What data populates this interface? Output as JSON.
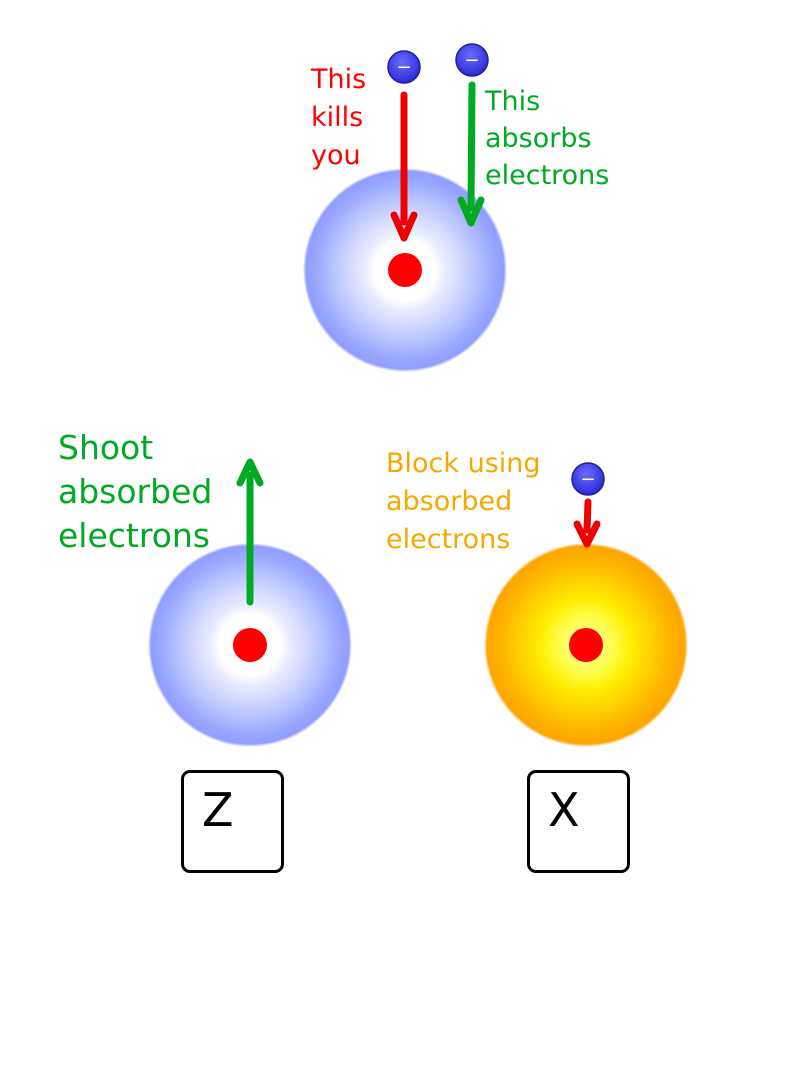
{
  "labels": {
    "kills": "This\nkills\nyou",
    "absorbs": "This\nabsorbs\nelectrons",
    "shoot": "Shoot\nabsorbed\nelectrons",
    "block": "Block using\nabsorbed\nelectrons"
  },
  "keys": {
    "shoot_key": "Z",
    "block_key": "X"
  },
  "electron_symbol": "−",
  "colors": {
    "kill": "#ff0000",
    "absorb": "#00aa22",
    "block": "#f5a800",
    "shield_blue": "#8c9cff",
    "shield_orange": "#ffa500",
    "core": "#ff0000",
    "electron": "#3a3ae8"
  },
  "icons": {
    "electron": "electron-icon",
    "core": "core-icon",
    "shield": "shield-aura-icon"
  }
}
